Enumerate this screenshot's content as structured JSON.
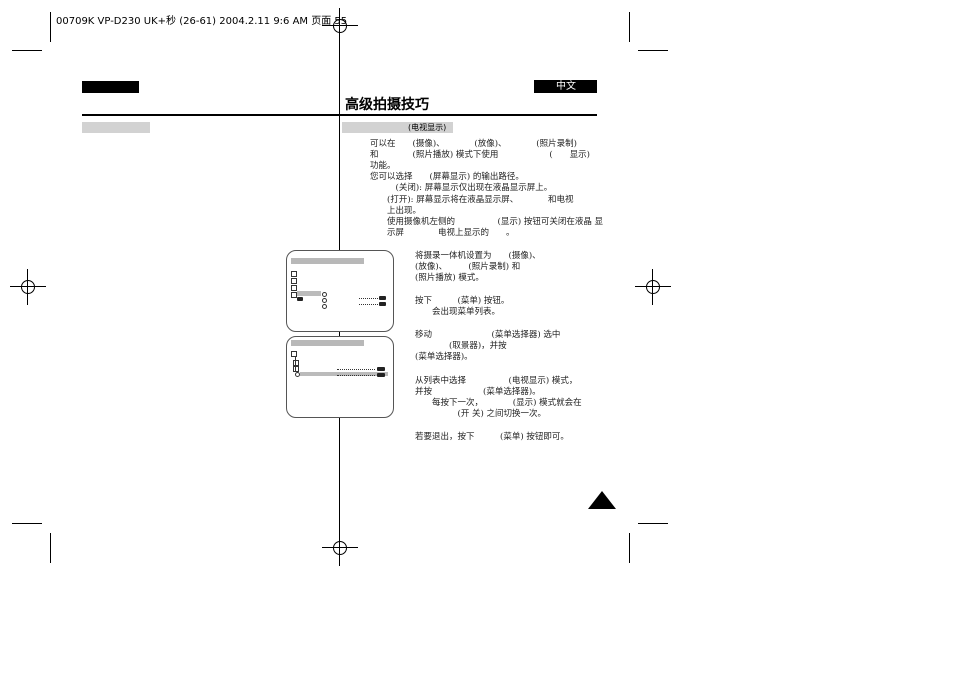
{
  "print_header": "00709K VP-D230 UK+秒 (26-61) 2004.2.11 9:6 AM 页面 55",
  "top_right_tag": "中文",
  "page_title": "高级拍摄技巧",
  "section_heading": "(电视显示)",
  "intro_lines": [
    "可以在　　(摄像)、　　　　(放像)、　　　　(照片录制)",
    "和　　　　(照片播放) 模式下使用　　　　　　(　　显示)",
    "功能。",
    "您可以选择　　(屏幕显示) 的输出路径。",
    "　　　(关闭): 屏幕显示仅出现在液晶显示屏上。",
    "　　(打开): 屏幕显示将在液晶显示屏、　　　　和电视",
    "　　上出现。",
    "　　使用摄像机左侧的　　　　　(显示) 按钮可关闭在液晶 显",
    "　　示屏　　　　电视上显示的　　。"
  ],
  "steps": [
    [
      "将摄录一体机设置为　　(摄像)、",
      "(放像)、　　　(照片录制) 和",
      "(照片播放) 模式。"
    ],
    [
      "按下　　　(菜单) 按钮。",
      "　　会出现菜单列表。"
    ],
    [
      "移动　　　　　　　(菜单选择器) 选中",
      "　　　　(取景器)，并按",
      "(菜单选择器)。"
    ],
    [
      "从列表中选择　　　　　(电视显示) 模式，",
      "并按　　　　　　(菜单选择器)。",
      "　　每按下一次，　　　　(显示) 模式就会在",
      "　　　　　(开 关) 之间切换一次。"
    ],
    [
      "若要退出，按下　　　(菜单) 按钮即可。"
    ]
  ],
  "icons": {
    "corner_triangle": "triangle-icon",
    "registration": "crosshair-icon"
  },
  "colors": {
    "ink": "#000000",
    "gray_bar": "#cfcfcf"
  }
}
